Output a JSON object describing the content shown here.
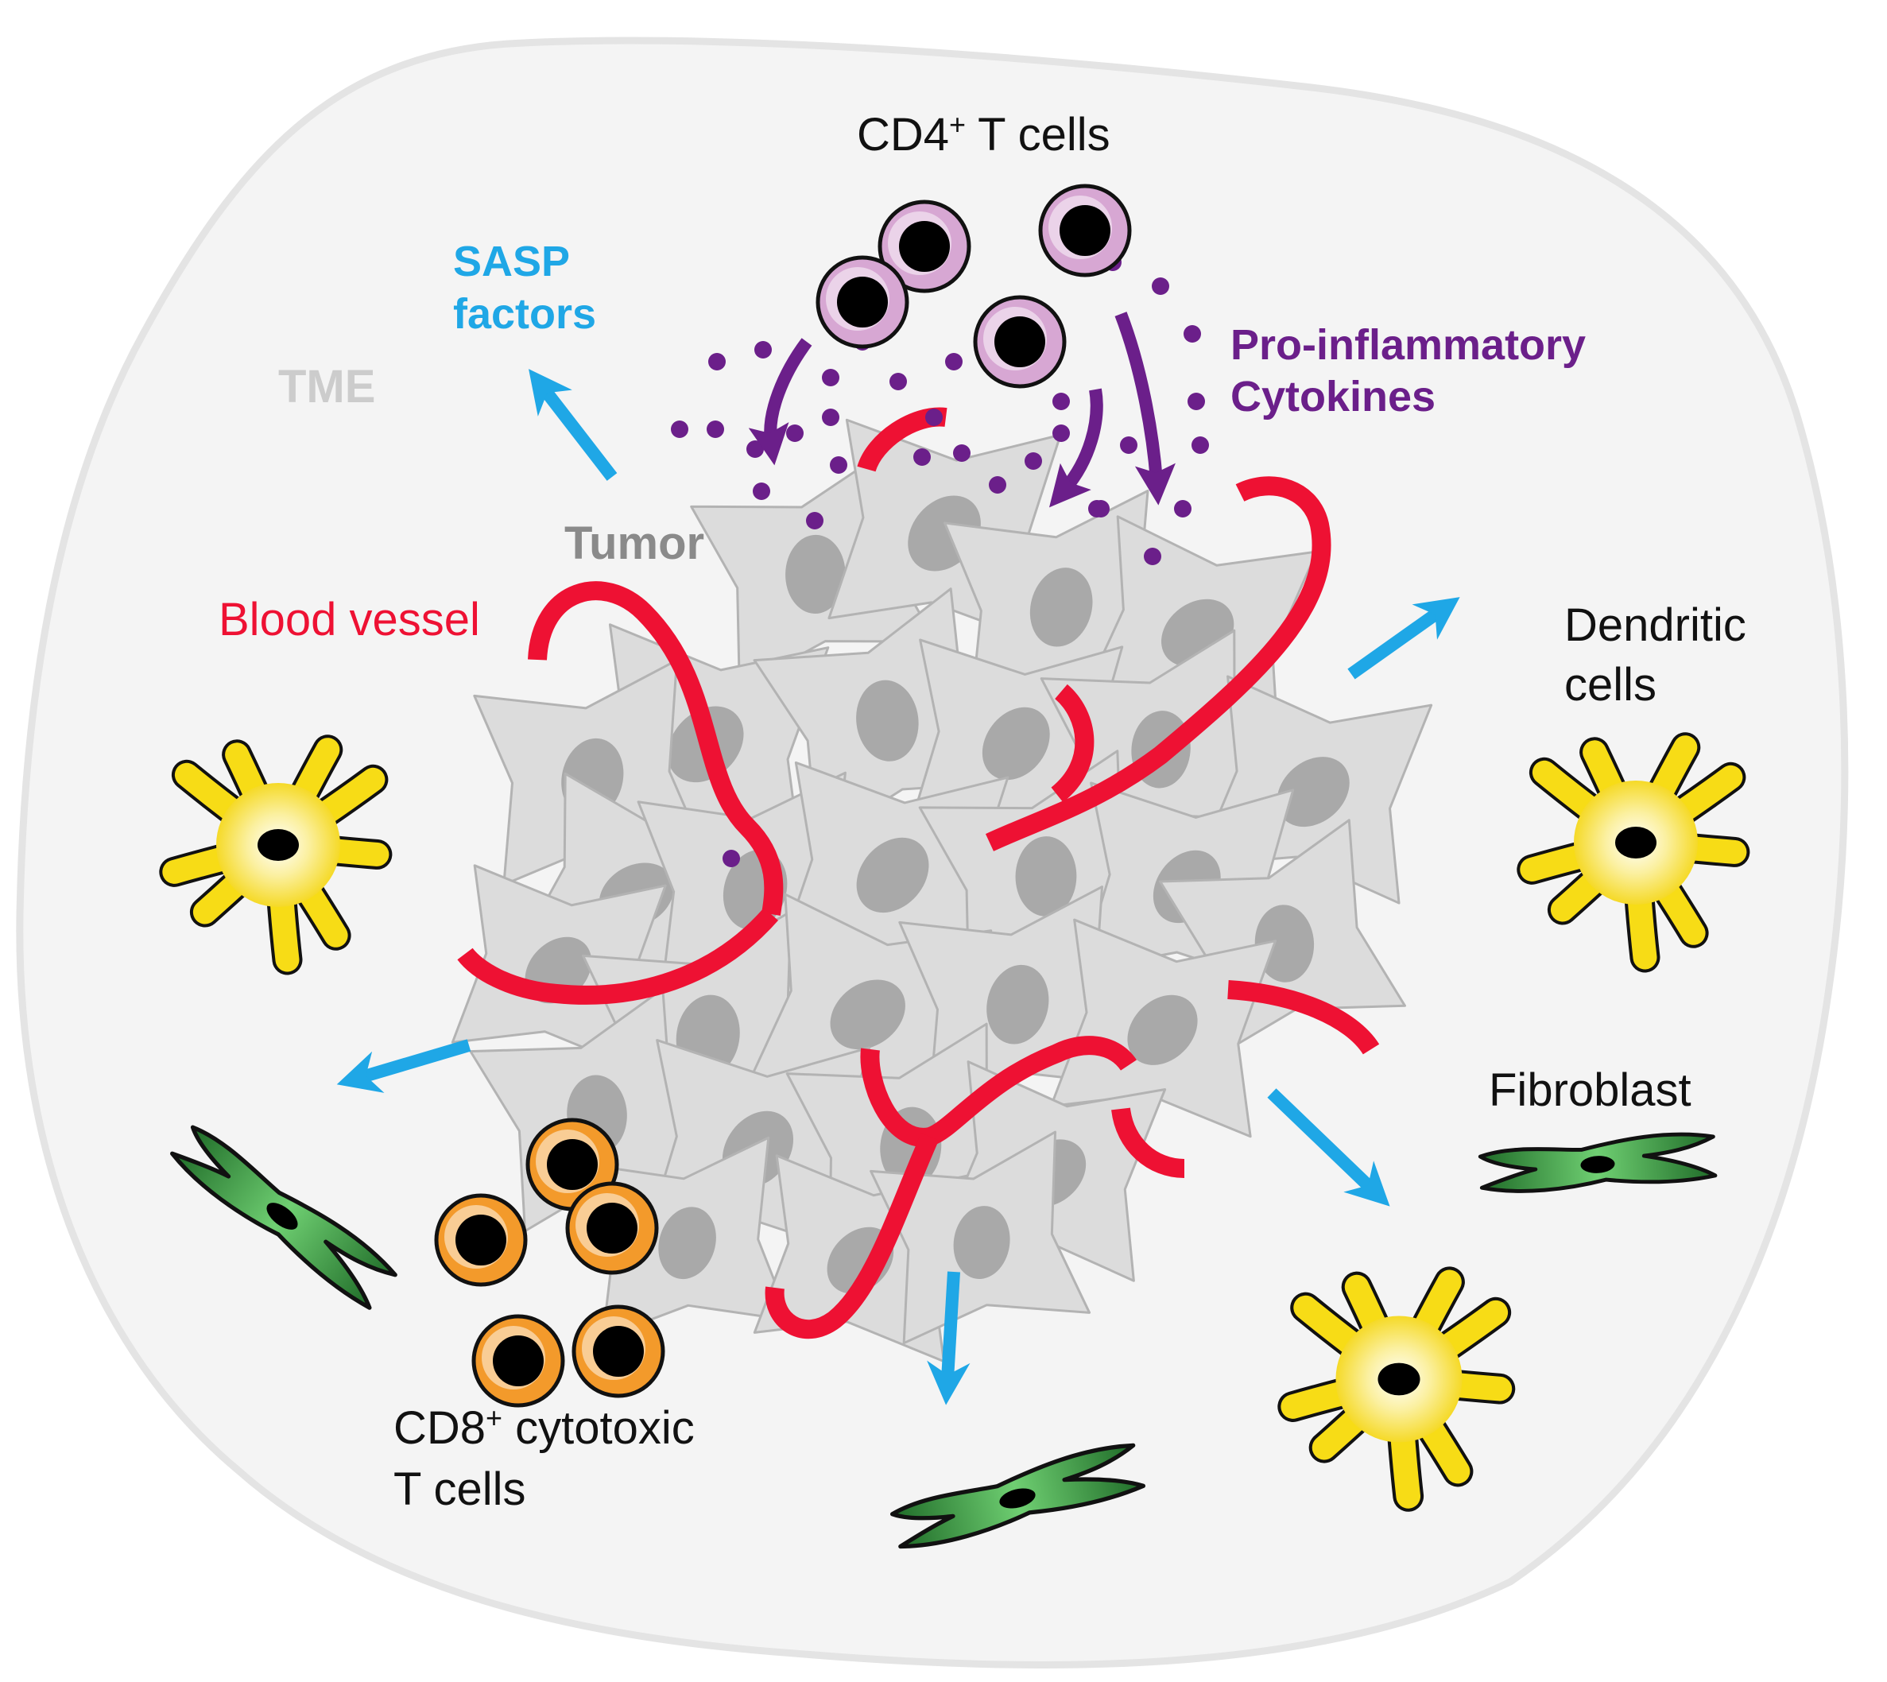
{
  "labels": {
    "tme": "TME",
    "tumor": "Tumor",
    "blood_vessel": "Blood vessel",
    "sasp_line1": "SASP",
    "sasp_line2": "factors",
    "cd4_pre": "CD4",
    "cd4_sup": "+",
    "cd4_post": " T cells",
    "cytokines_line1": "Pro-inflammatory",
    "cytokines_line2": "Cytokines",
    "dendritic_line1": "Dendritic",
    "dendritic_line2": "cells",
    "fibroblast": "Fibroblast",
    "cd8_pre": "CD8",
    "cd8_sup": "+",
    "cd8_post": " cytotoxic",
    "cd8_line2": "T cells"
  },
  "colors": {
    "background_region": "#f4f4f4",
    "region_outline": "#e4e4e4",
    "tme_text": "#cccccc",
    "tumor_text": "#8a8a8a",
    "tumor_cell_fill": "#dcdcdc",
    "tumor_nucleus": "#a9a9a9",
    "blood_vessel": "#ee1133",
    "sasp_arrow": "#1fa7e6",
    "cytokine_purple": "#6b1f8a",
    "cd4_cell": "#d7a7d3",
    "cd8_cell": "#f39a2b",
    "dendritic_yellow": "#f7dc16",
    "fibroblast_green": "#2f8b3a"
  },
  "icons": [
    "cd4-t-cell-icon",
    "cd8-t-cell-icon",
    "dendritic-cell-icon",
    "fibroblast-icon",
    "tumor-cell-icon",
    "blood-vessel-icon",
    "sasp-arrow-icon",
    "cytokine-arrow-icon",
    "cytokine-dot-icon"
  ]
}
